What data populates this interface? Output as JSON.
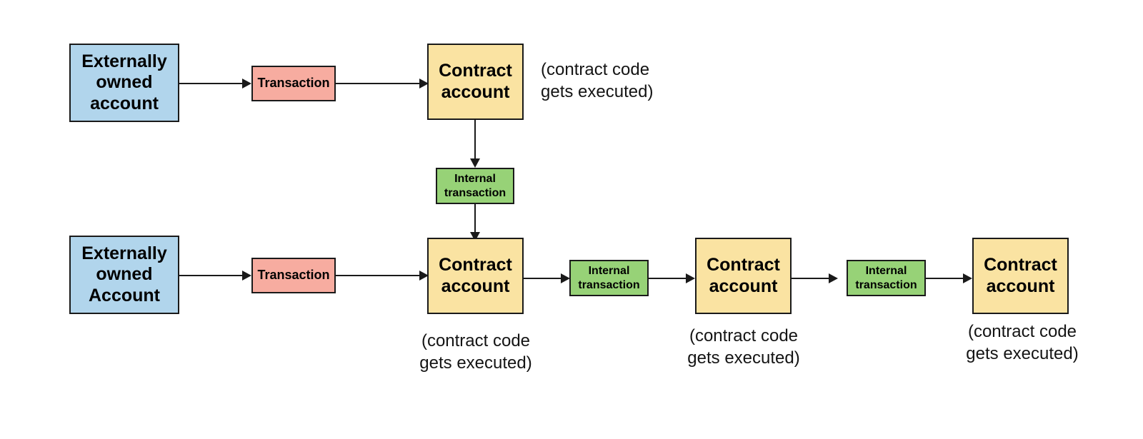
{
  "diagram": {
    "title": "Ethereum account and transaction flow",
    "background": "#ffffff",
    "colors": {
      "externally_owned_account": "#b1d5ec",
      "contract_account": "#fae3a2",
      "transaction": "#f7aca0",
      "internal_transaction": "#97d277",
      "stroke": "#1a1a1a",
      "text": "#000000"
    },
    "rows": {
      "top": {
        "eoa_label": "Externally\nowned\naccount",
        "transaction_label": "Transaction",
        "contract_label": "Contract\naccount",
        "contract_note": "(contract code\ngets executed)"
      },
      "bridge": {
        "internal_transaction_label": "Internal\ntransaction"
      },
      "bottom": {
        "eoa_label": "Externally\nowned\nAccount",
        "transaction_label": "Transaction",
        "contract_1_label": "Contract\naccount",
        "contract_1_note": "(contract code\ngets executed)",
        "internal_transaction_1_label": "Internal\ntransaction",
        "contract_2_label": "Contract\naccount",
        "contract_2_note": "(contract code\ngets executed)",
        "internal_transaction_2_label": "Internal\ntransaction",
        "contract_3_label": "Contract\naccount",
        "contract_3_note": "(contract code\ngets executed)"
      }
    }
  }
}
